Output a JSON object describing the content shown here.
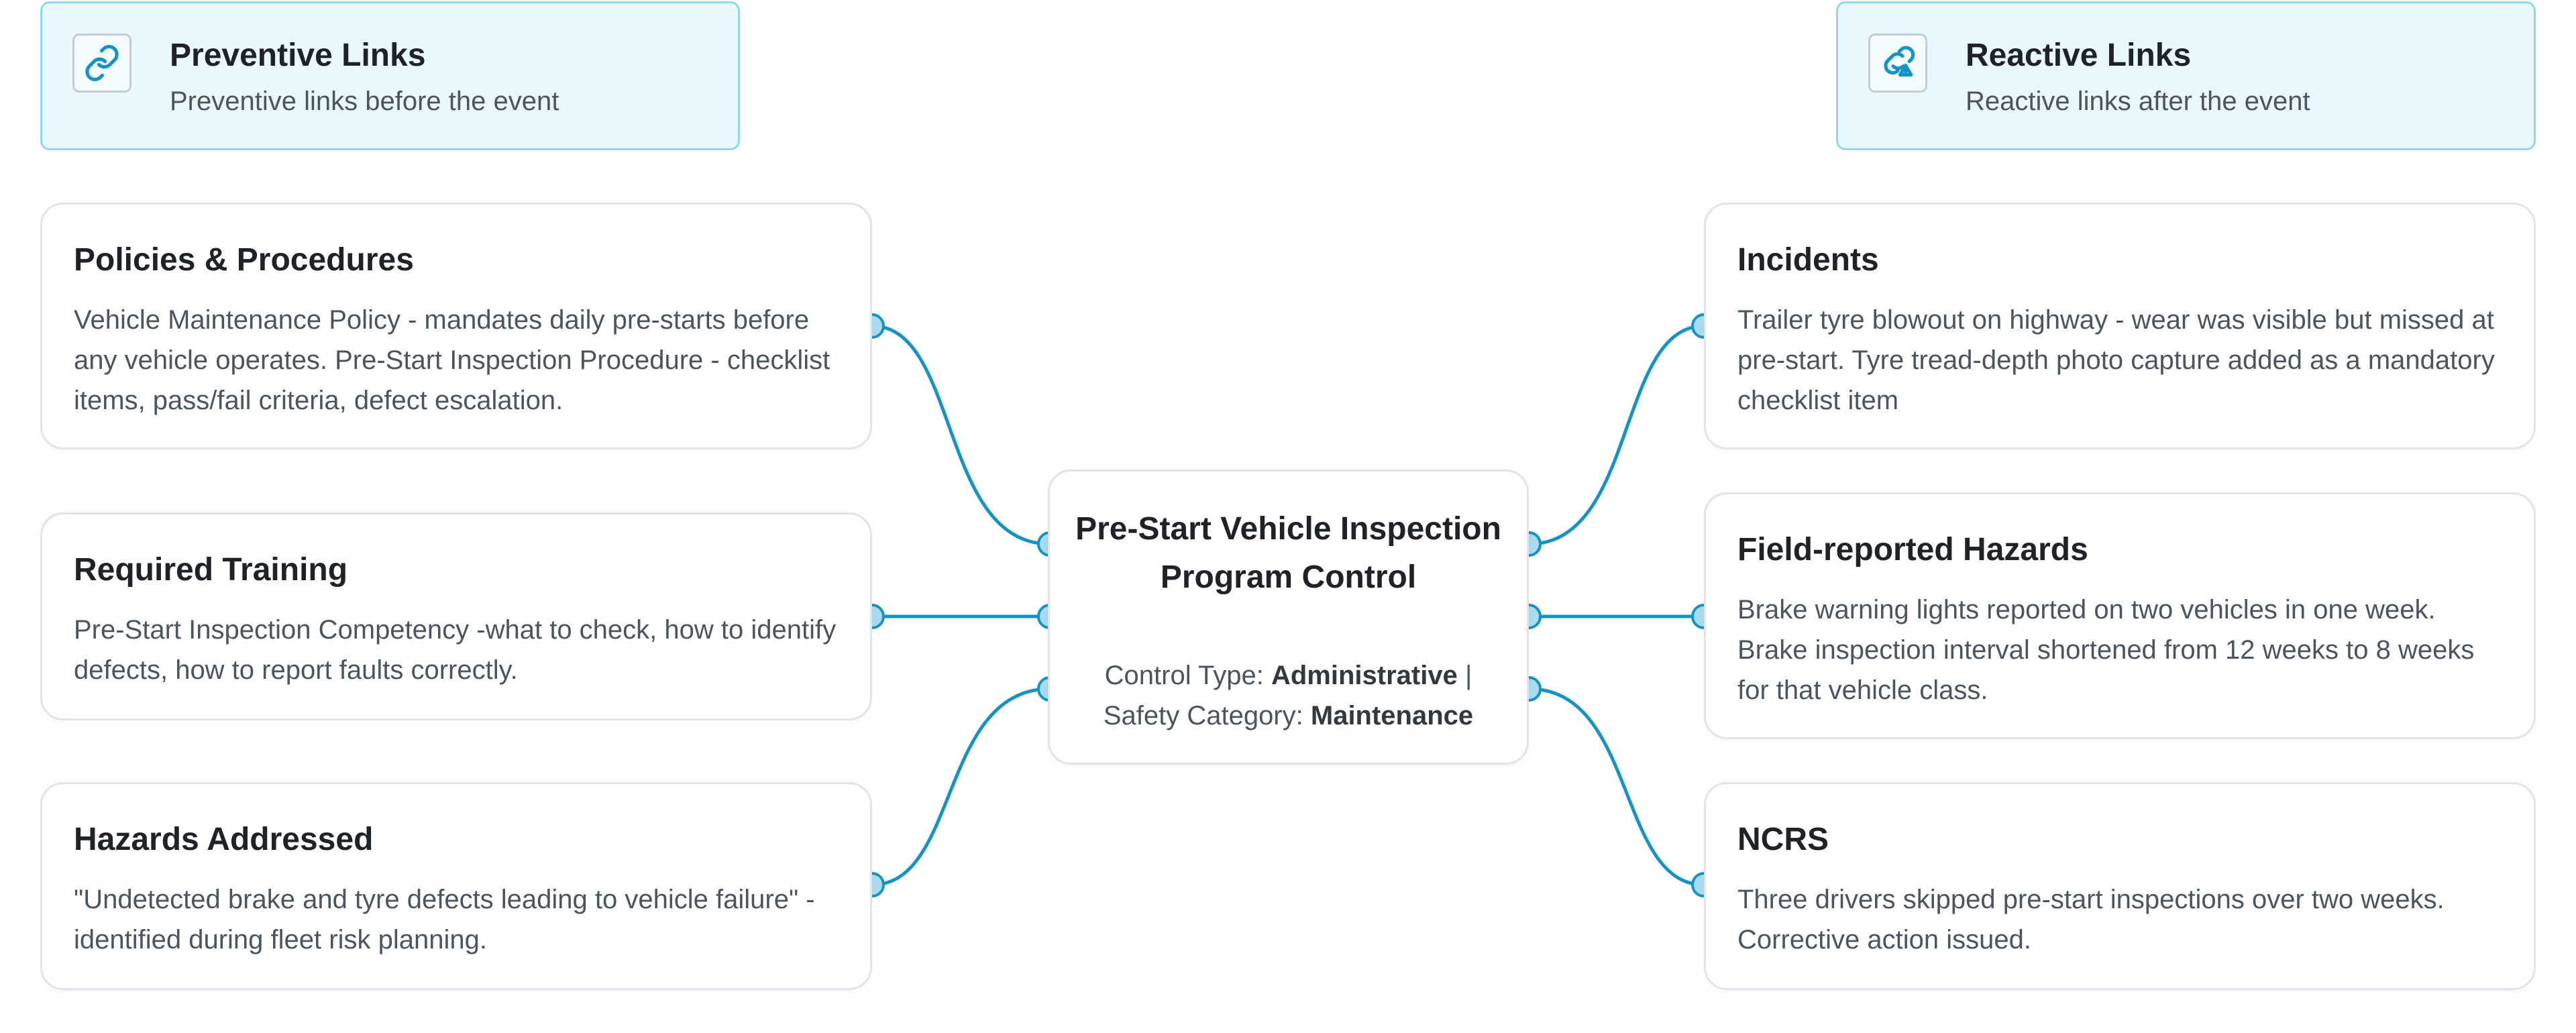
{
  "preventive_header": {
    "title": "Preventive Links",
    "subtitle": "Preventive links before the event",
    "icon": "link-icon"
  },
  "reactive_header": {
    "title": "Reactive Links",
    "subtitle": "Reactive links after the event",
    "icon": "broken-link-warning-icon"
  },
  "center": {
    "title": "Pre-Start Vehicle Inspection Program Control",
    "control_type_label": "Control Type:",
    "control_type_value": "Administrative",
    "separator": "|",
    "safety_category_label": "Safety Category:",
    "safety_category_value": "Maintenance"
  },
  "left_cards": [
    {
      "title": "Policies & Procedures",
      "body": "Vehicle Maintenance Policy - mandates daily pre-starts before any vehicle operates. Pre-Start Inspection Procedure - checklist items, pass/fail criteria, defect escalation."
    },
    {
      "title": "Required Training",
      "body": "Pre-Start Inspection Competency -what to check, how to identify defects, how to report faults correctly."
    },
    {
      "title": "Hazards Addressed",
      "body": "\"Undetected brake and tyre defects leading to vehicle failure\" - identified during fleet risk planning."
    }
  ],
  "right_cards": [
    {
      "title": "Incidents",
      "body": "Trailer tyre blowout on highway - wear was visible but missed at pre-start.  Tyre tread-depth photo capture added as a mandatory checklist item"
    },
    {
      "title": "Field-reported Hazards",
      "body": "Brake warning lights reported on two vehicles in one week. Brake inspection interval shortened from 12 weeks to 8 weeks for that vehicle class."
    },
    {
      "title": "NCRS",
      "body": "Three drivers skipped pre-start inspections over two weeks. Corrective action issued."
    }
  ],
  "colors": {
    "accent": "#1593c7",
    "header_bg": "#e8f8fc",
    "header_border": "#8fd9ee",
    "dot_fill": "#aadcf0"
  }
}
